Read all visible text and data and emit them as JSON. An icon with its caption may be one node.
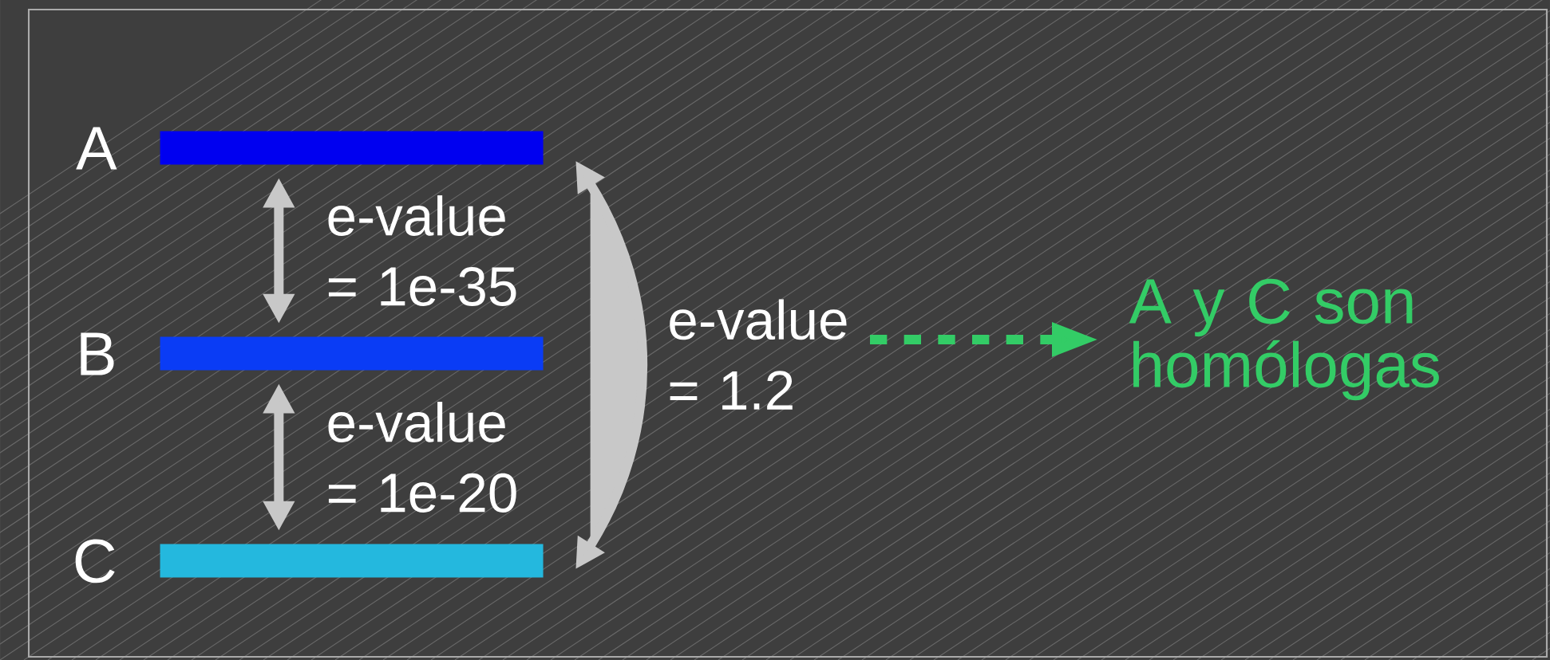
{
  "diagram": {
    "nodes": [
      {
        "text": [],
        "shape": "bar",
        "beside": [
          "A"
        ]
      },
      {
        "text": [],
        "shape": "bar",
        "beside": [
          "B"
        ]
      },
      {
        "text": [],
        "shape": "bar",
        "beside": [
          "C"
        ]
      },
      {
        "text": [
          "A y C son homólogas"
        ]
      }
    ],
    "edges": [
      {
        "from": 0,
        "to": 1,
        "arrow": "both",
        "label": "e-value = 1e-35"
      },
      {
        "from": 1,
        "to": 2,
        "arrow": "both",
        "label": "e-value = 1e-20"
      },
      {
        "from": 0,
        "to": 2,
        "arrow": "both",
        "label": "e-value = 1.2"
      },
      {
        "from": null,
        "to": 3,
        "arrow": "to",
        "style": "dashed",
        "color": "#33cc66"
      }
    ]
  }
}
